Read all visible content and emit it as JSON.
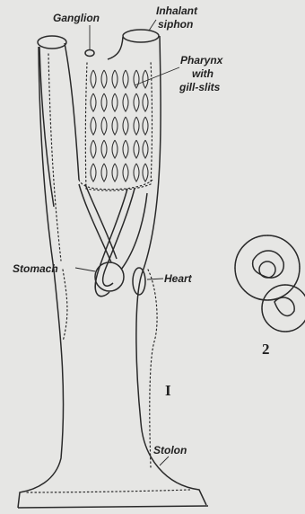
{
  "labels": {
    "ganglion": "Ganglion",
    "inhalant_1": "Inhalant",
    "inhalant_2": "siphon",
    "pharynx_1": "Pharynx",
    "pharynx_2": "with",
    "pharynx_3": "gill-slits",
    "stomach": "Stomach",
    "heart": "Heart",
    "stolon": "Stolon"
  },
  "figure_numbers": {
    "fig1": "I",
    "fig2": "2"
  },
  "colors": {
    "background": "#e6e6e4",
    "ink": "#2a2a2a"
  }
}
